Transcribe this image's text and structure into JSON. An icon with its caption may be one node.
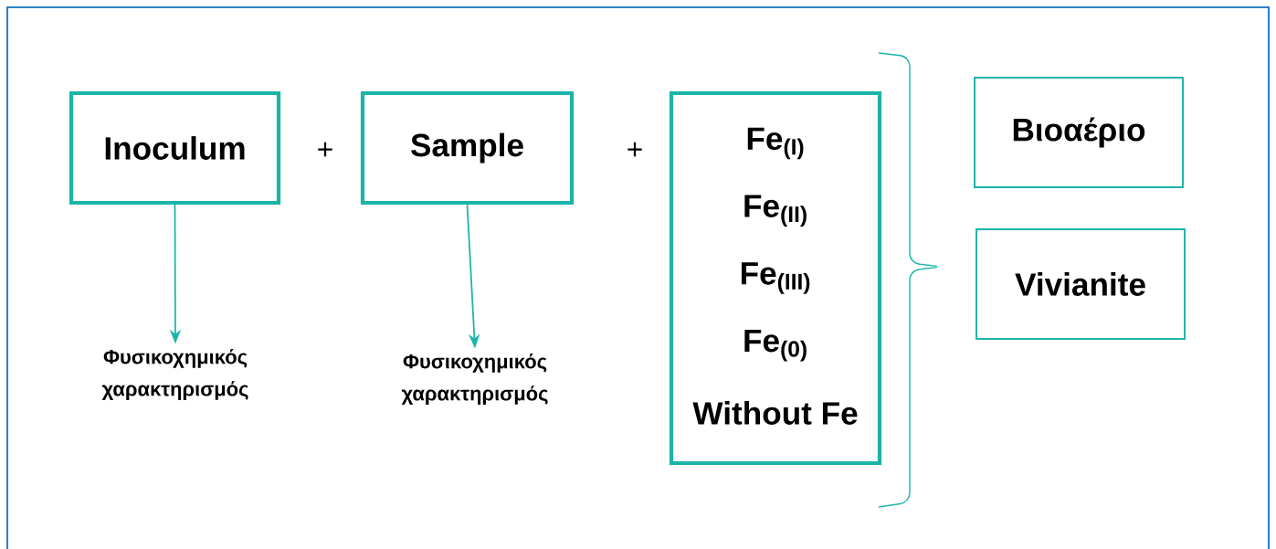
{
  "diagram": {
    "nodes": [
      {
        "text": [
          "Inoculum"
        ]
      },
      {
        "text": [
          "Sample"
        ]
      },
      {
        "text": [
          "Fe$_{(I)}$",
          "Fe$_{(II)}$",
          "Fe$_{(III)}$",
          "Fe$_{(0)}$",
          "Without Fe"
        ]
      },
      {
        "text": [
          "Βιοαέριο"
        ]
      },
      {
        "text": [
          "Vivianite"
        ]
      },
      {
        "text": [
          "Φυσικοχημικός χαρακτηρισμός"
        ]
      },
      {
        "text": [
          "Φυσικοχημικός χαρακτηρισμός"
        ]
      }
    ],
    "edges": [
      {
        "from": 0,
        "to": 5,
        "arrow": "to"
      },
      {
        "from": 1,
        "to": 6,
        "arrow": "to"
      }
    ],
    "labels": [
      "+",
      "+"
    ]
  }
}
